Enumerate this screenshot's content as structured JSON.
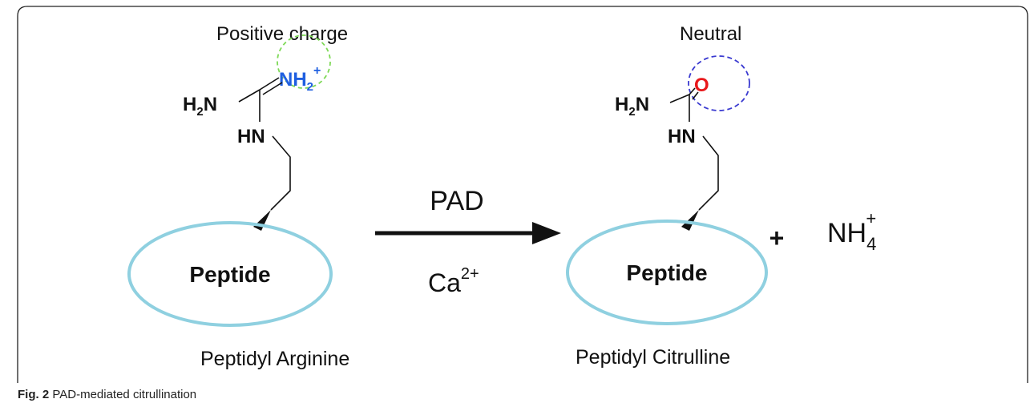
{
  "left": {
    "label_top": "Positive charge",
    "h2n": "H₂N",
    "nh2": "NH",
    "nh2_sub": "2",
    "nh2_sup": "+",
    "hn": "HN",
    "peptide": "Peptide",
    "name": "Peptidyl Arginine"
  },
  "right": {
    "label_top": "Neutral",
    "h2n": "H₂N",
    "o": "O",
    "hn": "HN",
    "peptide": "Peptide",
    "name": "Peptidyl Citrulline"
  },
  "arrow": {
    "enzyme": "PAD",
    "cofactor": "Ca",
    "cofactor_sup": "2+"
  },
  "product": {
    "plus": "+",
    "nh": "NH",
    "sub": "4",
    "sup": "+"
  },
  "caption": {
    "fig": "Fig. 2",
    "text": "PAD-mediated citrullination"
  },
  "colors": {
    "ellipse": "#8fd0e0",
    "green_circle": "#7ed957",
    "blue_circle": "#3a3ad0",
    "nh2_text": "#1f5fe0",
    "oxygen": "#e8181b"
  }
}
